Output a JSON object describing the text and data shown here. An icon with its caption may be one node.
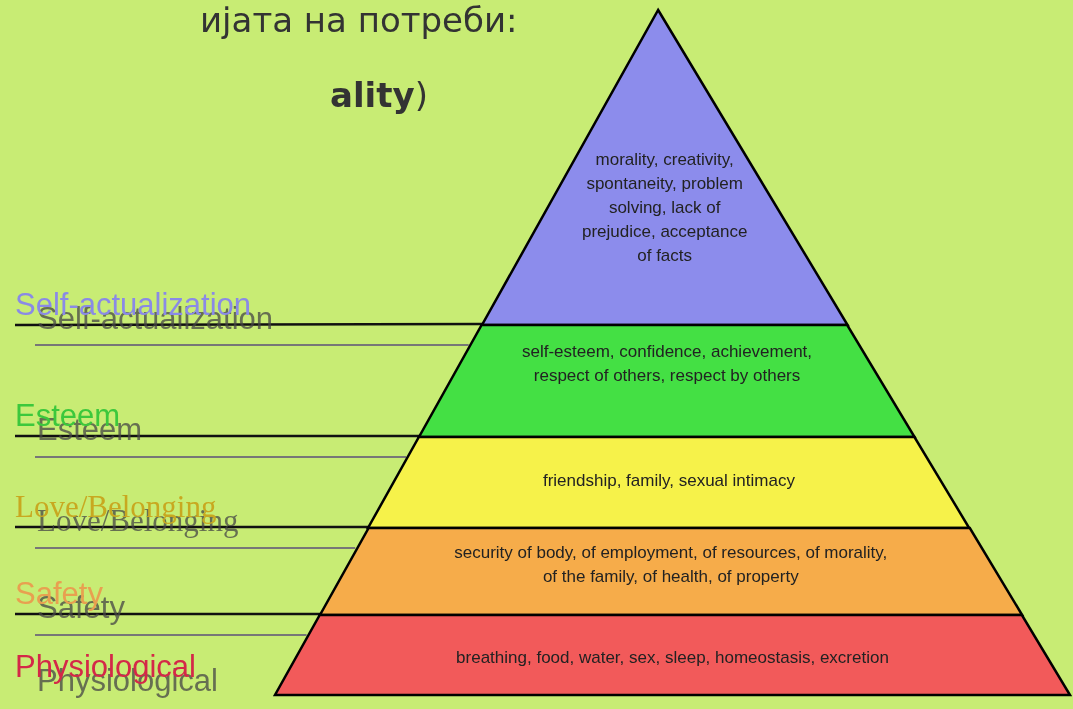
{
  "diagram": {
    "nodes": [
      {
        "text": [
          "morality, creativity, spontaneity, problem solving, lack of prejudice, acceptance of facts"
        ]
      },
      {
        "text": [
          "self-esteem, confidence, achievement, respect of others, respect by others"
        ]
      },
      {
        "text": [
          "friendship, family, sexual intimacy"
        ]
      },
      {
        "text": [
          "security of body, of employment, of resources, of morality, of the family, of health, of property"
        ]
      },
      {
        "text": [
          "breathing, food, water, sex, sleep, homeostasis, excretion"
        ]
      },
      {
        "text": [
          "Self-actualization"
        ]
      },
      {
        "text": [
          "Esteem"
        ]
      },
      {
        "text": [
          "Love/Belonging"
        ]
      },
      {
        "text": [
          "Safety"
        ]
      },
      {
        "text": [
          "Physiological"
        ]
      }
    ],
    "edges": [
      {
        "from": 5,
        "to": 0,
        "arrow": "none"
      },
      {
        "from": 6,
        "to": 1,
        "arrow": "none"
      },
      {
        "from": 7,
        "to": 2,
        "arrow": "none"
      },
      {
        "from": 8,
        "to": 3,
        "arrow": "none"
      }
    ],
    "labels": [
      "ијата на потреби:",
      "**ality**)"
    ]
  }
}
